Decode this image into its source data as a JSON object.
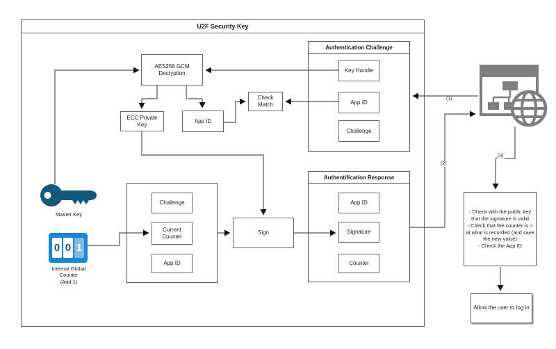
{
  "diagram": {
    "outer_title": "U2F Security Key",
    "aes_box": "AES256 GCM Decryption",
    "ecc_box": "ECC Private Key",
    "app_id_box": "App ID",
    "check_match_box": "Check Match",
    "auth_challenge": {
      "title": "Authentication Challenge",
      "key_handle": "Key Handle",
      "app_id": "App ID",
      "challenge": "Challenge"
    },
    "auth_response": {
      "title": "Authentification Response",
      "app_id": "App ID",
      "signature": "Signature",
      "counter": "Counter"
    },
    "input_group": {
      "challenge": "Challenge",
      "current_counter": "Current Counter",
      "app_id": "App ID"
    },
    "sign_box": "Sign",
    "master_key_label": "Master Key",
    "counter_icon": {
      "digits": [
        "0",
        "0",
        "1"
      ],
      "label": "Internal Global\nCounter\n(Add 1)"
    },
    "arrow_labels": {
      "one": "(1)",
      "two": "(2)",
      "three": "(3)"
    },
    "server_checks": "- Check with the public key that the signature is valid\n- Check that the counter is > at what is recorded (and save the new value)\n- Check the App ID",
    "allow_login": "Allow the user to log in",
    "colors": {
      "key_color": "#14587c",
      "counter_blue": "#1a86d8",
      "counter_cell_light": "#84b9e2",
      "server_gray": "#7f7f7f",
      "line_color": "#555555",
      "arrowhead_color": "#111111"
    }
  }
}
